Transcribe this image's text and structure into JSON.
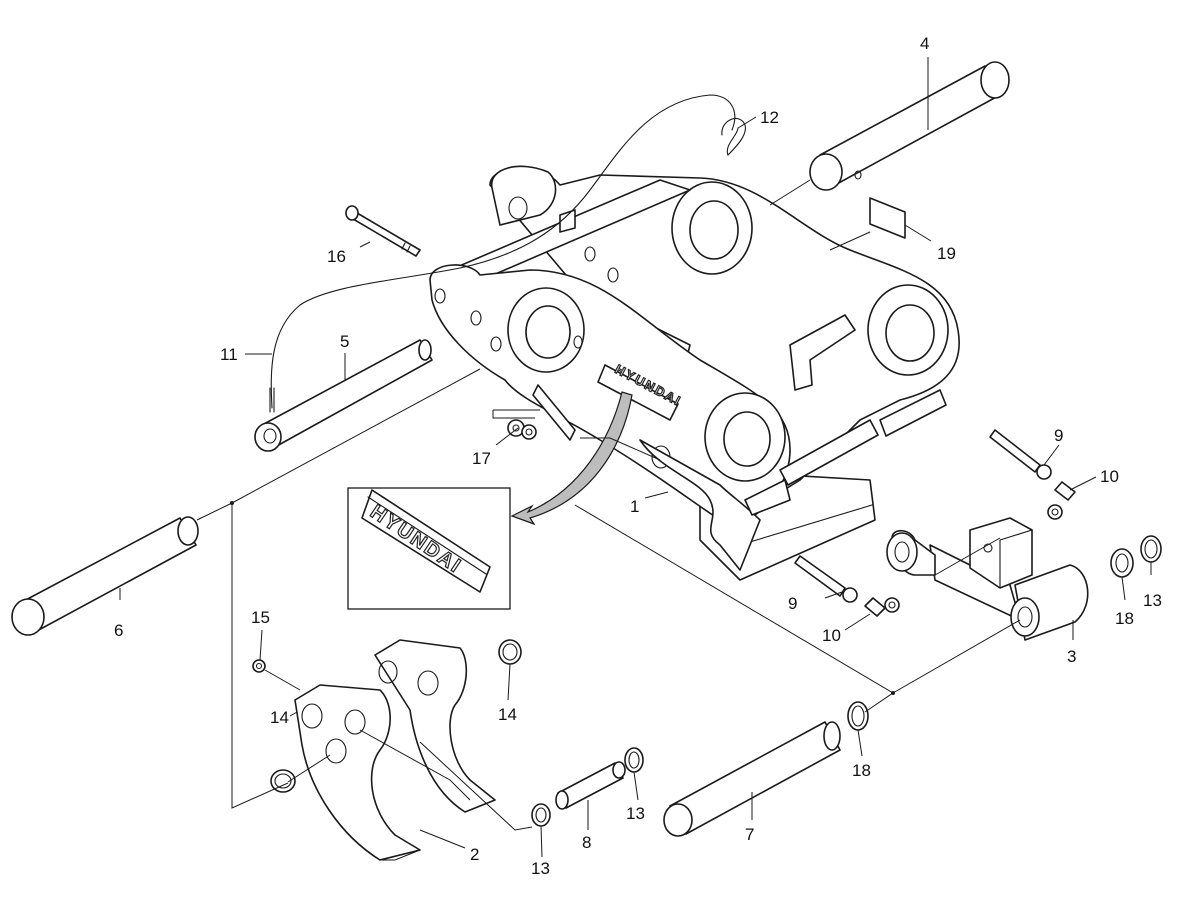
{
  "brand": {
    "frame_logo": "HYUNDAI",
    "detail_logo": "HYUNDAI"
  },
  "callouts": {
    "c1": "1",
    "c2": "2",
    "c3": "3",
    "c4": "4",
    "c5": "5",
    "c6": "6",
    "c7": "7",
    "c8": "8",
    "c9a": "9",
    "c9b": "9",
    "c10a": "10",
    "c10b": "10",
    "c11": "11",
    "c12": "12",
    "c13a": "13",
    "c13b": "13",
    "c13c": "13",
    "c14a": "14",
    "c14b": "14",
    "c15": "15",
    "c16": "16",
    "c17": "17",
    "c18a": "18",
    "c18b": "18",
    "c19": "19"
  },
  "colors": {
    "line": "#1a1a1a",
    "background": "#ffffff",
    "arrow_fill": "#bdbdbd"
  }
}
